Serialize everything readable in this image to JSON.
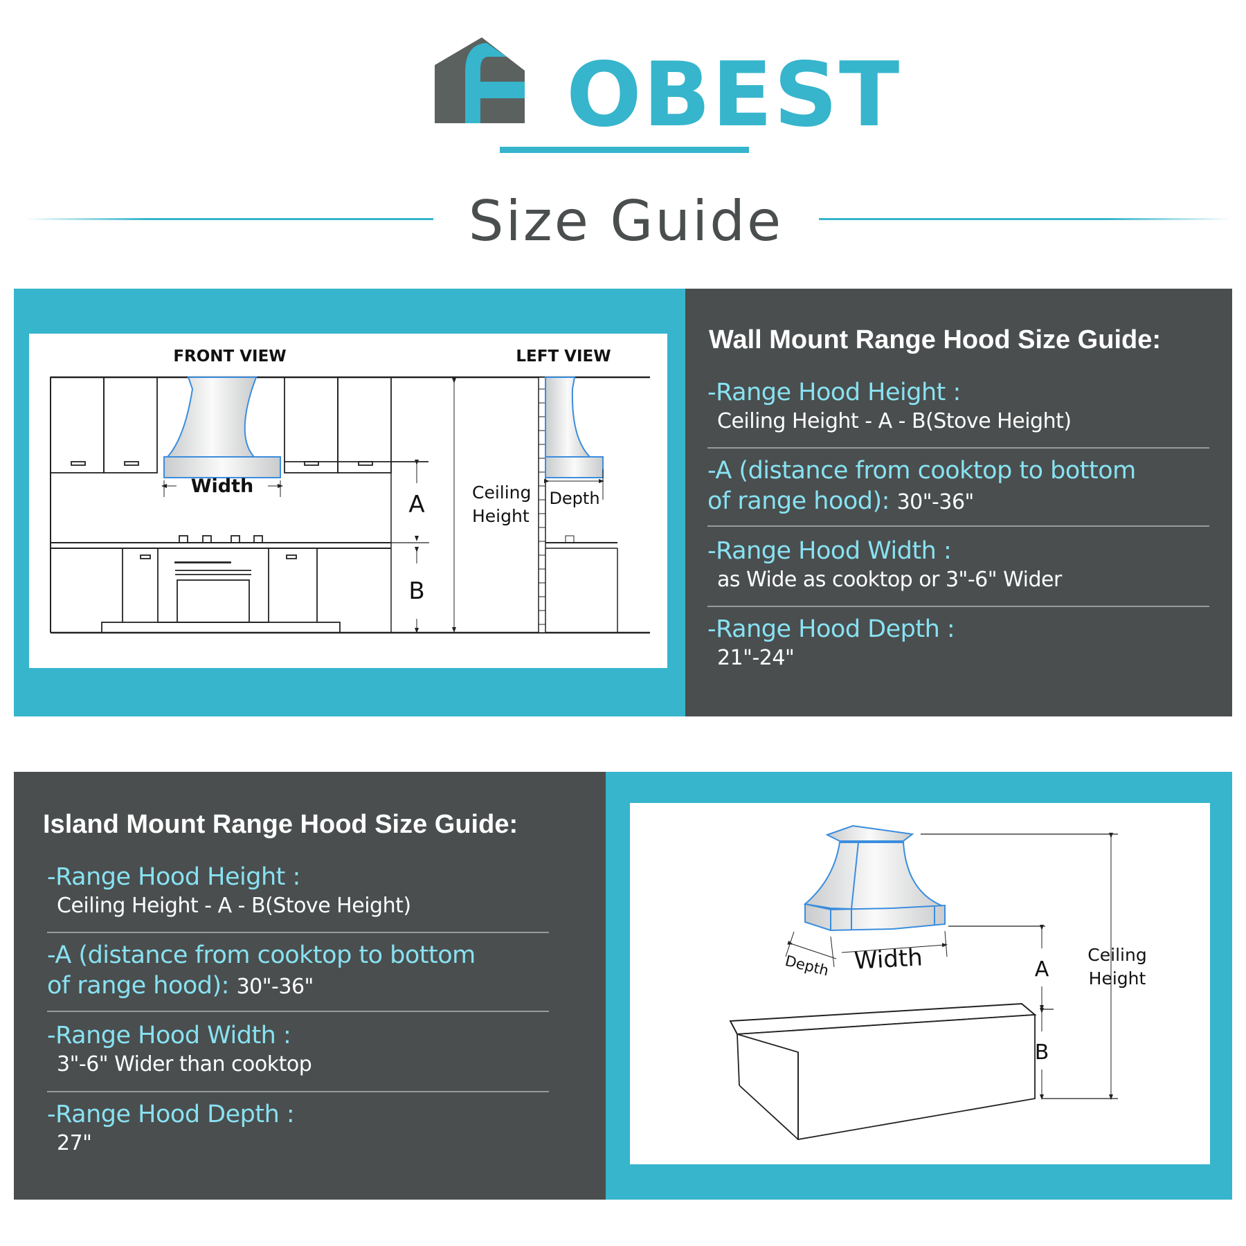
{
  "brand": {
    "name": "OBEST",
    "logo_letter": "F",
    "primary_color": "#36b5cc",
    "secondary_color": "#5b615f"
  },
  "header": {
    "title": "Size Guide"
  },
  "wall_mount": {
    "title": "Wall Mount Range Hood Size Guide:",
    "diagram": {
      "front_view_label": "FRONT VIEW",
      "left_view_label": "LEFT VIEW",
      "width_label": "Width",
      "depth_label": "Depth",
      "a_label": "A",
      "b_label": "B",
      "ceiling_label_line1": "Ceiling",
      "ceiling_label_line2": "Height"
    },
    "items": [
      {
        "label": "-Range Hood Height :",
        "value": "Ceiling Height - A - B(Stove Height)"
      },
      {
        "label_line1": "-A (distance from cooktop to bottom",
        "label_line2": " of range hood):",
        "value": "30\"-36\""
      },
      {
        "label": "-Range Hood Width :",
        "value": "as Wide as cooktop or 3\"-6\" Wider"
      },
      {
        "label": "-Range Hood Depth :",
        "value": "21\"-24\""
      }
    ]
  },
  "island_mount": {
    "title": "Island Mount Range Hood Size Guide:",
    "diagram": {
      "width_label": "Width",
      "depth_label": "Depth",
      "a_label": "A",
      "b_label": "B",
      "ceiling_label_line1": "Ceiling",
      "ceiling_label_line2": "Height"
    },
    "items": [
      {
        "label": "-Range Hood Height :",
        "value": "Ceiling Height - A - B(Stove Height)"
      },
      {
        "label_line1": "-A (distance from cooktop to bottom",
        "label_line2": " of range hood):",
        "value": "30\"-36\""
      },
      {
        "label": "-Range Hood Width :",
        "value": "3\"-6\" Wider than cooktop"
      },
      {
        "label": "-Range Hood Depth :",
        "value": "27\""
      }
    ]
  }
}
